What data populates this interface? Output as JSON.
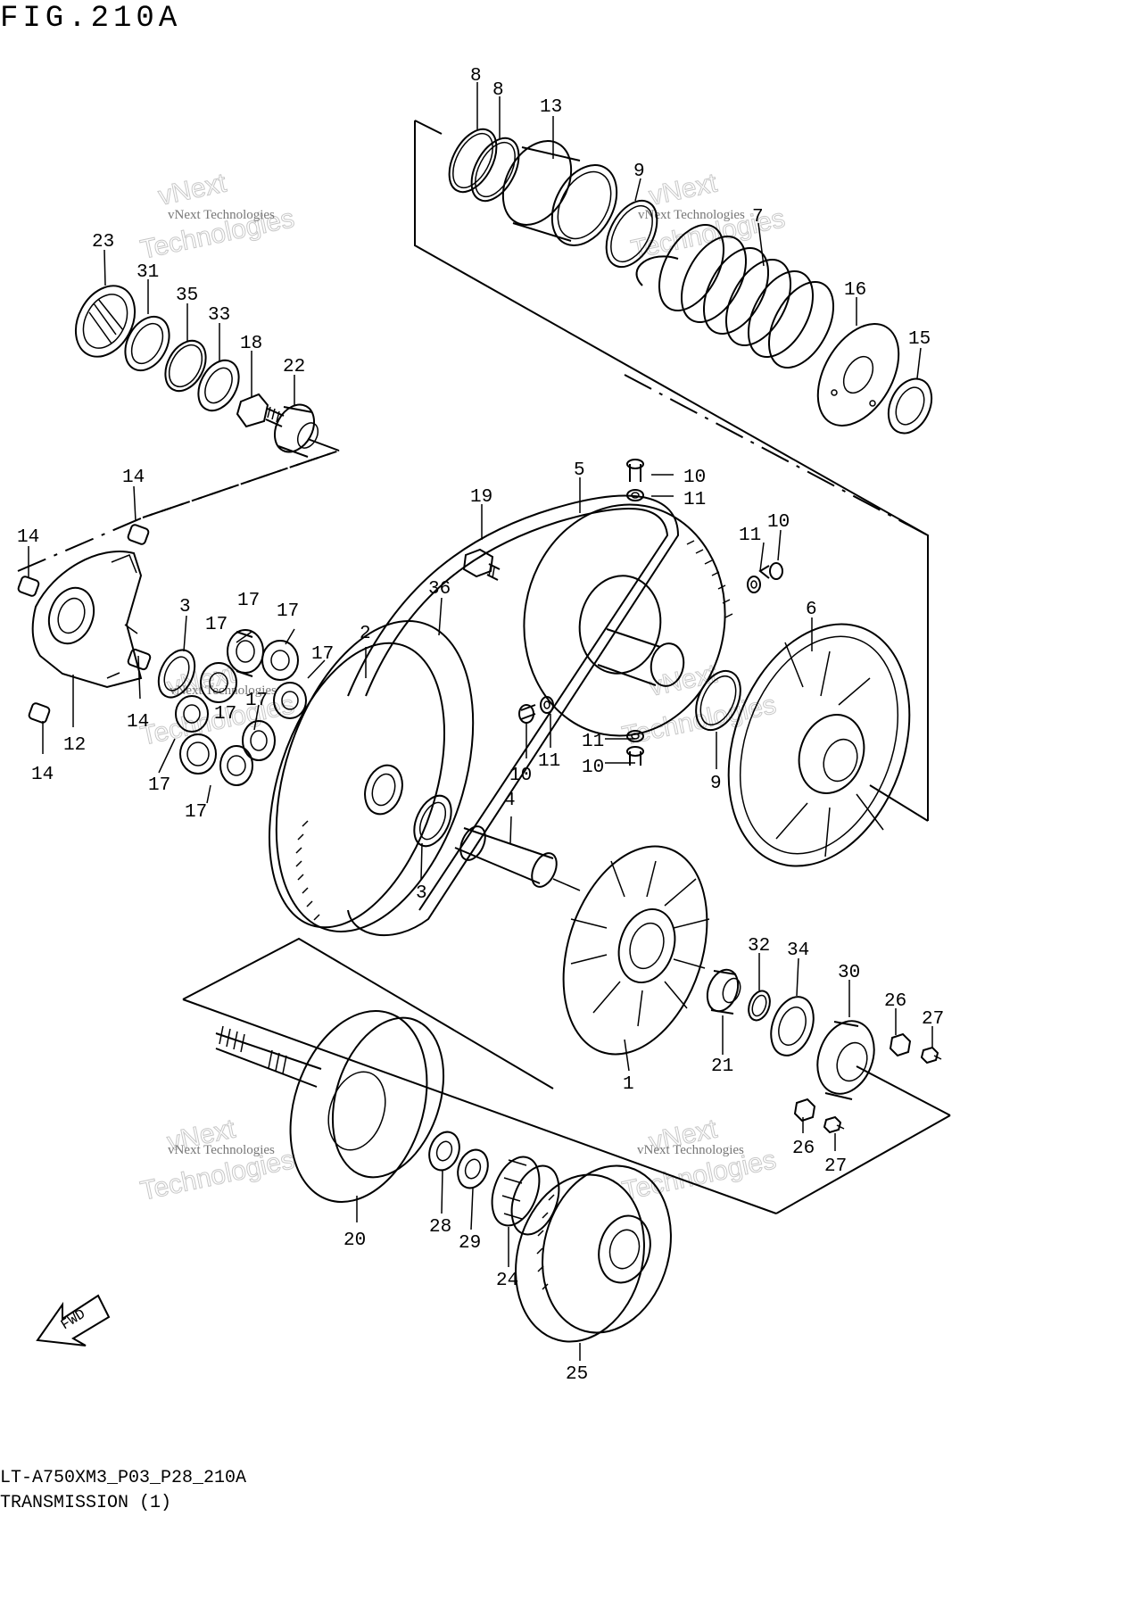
{
  "figure": {
    "title": "FIG.210A",
    "ref_code": "LT-A750XM3_P03_P28_210A",
    "ref_name": "TRANSMISSION (1)",
    "direction_marker": "FWD"
  },
  "watermark": {
    "line1": "vNext Technologies",
    "line2": "vNext",
    "line3": "Technologies"
  },
  "callouts": {
    "c1": "1",
    "c2": "2",
    "c3a": "3",
    "c3b": "3",
    "c4": "4",
    "c5": "5",
    "c6": "6",
    "c8a": "8",
    "c8b": "8",
    "c9a": "9",
    "c9b": "9",
    "c10a": "10",
    "c10b": "10",
    "c10c": "10",
    "c10d": "10",
    "c11a": "11",
    "c11b": "11",
    "c11c": "11",
    "c11d": "11",
    "c12": "12",
    "c13": "13",
    "c14a": "14",
    "c14b": "14",
    "c14c": "14",
    "c14d": "14",
    "c15": "15",
    "c16": "16",
    "c17a": "17",
    "c17b": "17",
    "c17c": "17",
    "c17d": "17",
    "c17e": "17",
    "c17f": "17",
    "c17g": "17",
    "c17h": "17",
    "c18": "18",
    "c19": "19",
    "c20": "20",
    "c21": "21",
    "c22": "22",
    "c23": "23",
    "c24": "24",
    "c25": "25",
    "c26a": "26",
    "c26b": "26",
    "c27a": "27",
    "c27b": "27",
    "c28": "28",
    "c29": "29",
    "c30": "30",
    "c31": "31",
    "c32": "32",
    "c33": "33",
    "c34": "34",
    "c35": "35",
    "c36": "36",
    "c7": "7"
  }
}
